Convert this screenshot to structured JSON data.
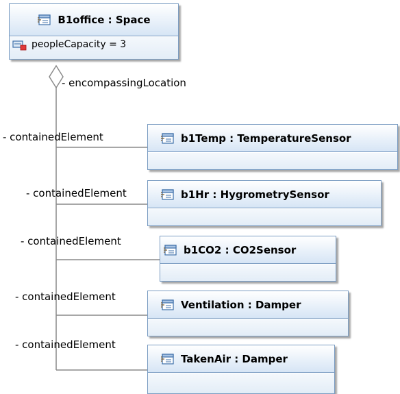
{
  "main_node": {
    "title": "B1office : Space",
    "attribute": "peopleCapacity = 3"
  },
  "association_label": "- encompassingLocation",
  "contained_label": "- containedElement",
  "elements": [
    {
      "title": "b1Temp : TemperatureSensor",
      "role_label": "- containedElement"
    },
    {
      "title": "b1Hr : HygrometrySensor",
      "role_label": "- containedElement"
    },
    {
      "title": "b1CO2 : CO2Sensor",
      "role_label": "- containedElement"
    },
    {
      "title": "Ventilation : Damper",
      "role_label": "- containedElement"
    },
    {
      "title": "TakenAir : Damper",
      "role_label": "- containedElement"
    }
  ],
  "colors": {
    "border": "#7a9cc2",
    "header_top": "#ffffff",
    "header_bottom": "#d6e5f5",
    "connector": "#8a8a8a"
  },
  "icons": {
    "instance": "instance-specification-icon",
    "slot": "slot-icon"
  }
}
